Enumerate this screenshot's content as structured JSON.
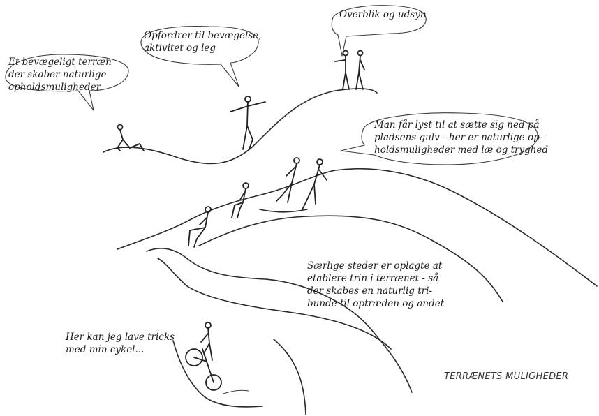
{
  "annotations": {
    "terrain": "Et bevægeligt terræn\nder skaber naturlige\nopholdsmuligheder",
    "movement": "Opfordrer til bevægelse,\naktivitet og leg",
    "overview": "Overblik og udsyn",
    "sitting": "Man får lyst til at sætte sig ned på\npladsens gulv - her er naturlige op-\nholdsmuligheder med læ og tryghed",
    "steps": "Særlige steder er oplagte at\netablere trin i terrænet - så\nder skabes en naturlig tri-\nbunde til optræden og andet",
    "bike": "Her kan jeg lave tricks\nmed  min cykel..."
  },
  "caption": "TERRÆNETS MULIGHEDER"
}
